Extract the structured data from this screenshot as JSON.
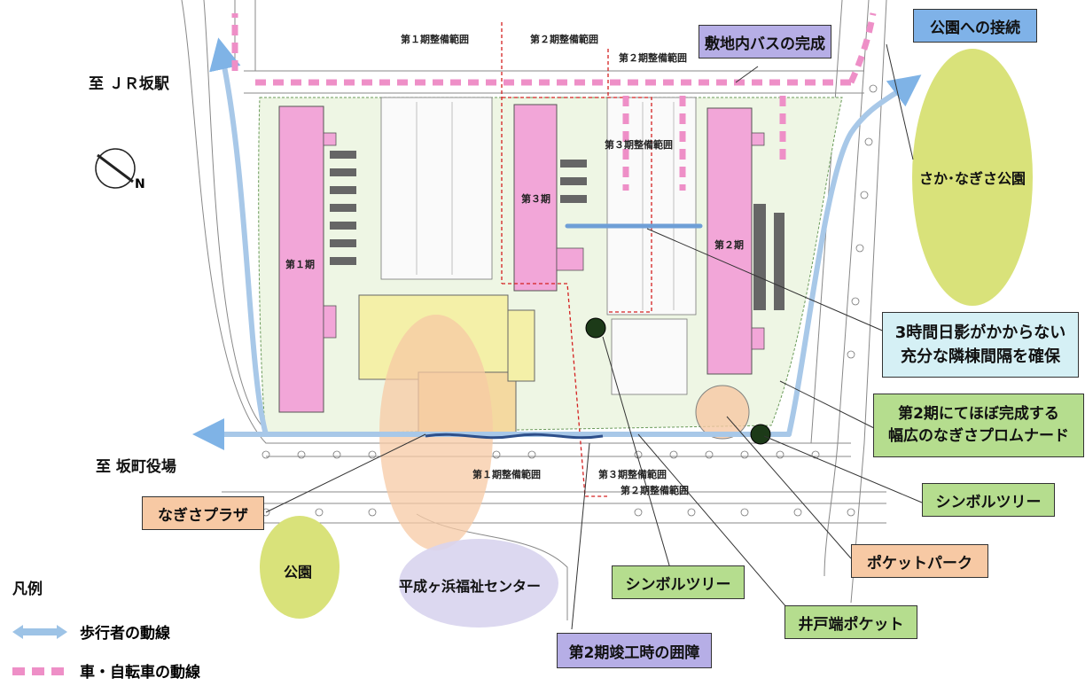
{
  "direction_labels": {
    "to_jr_sakaeki": "至 ＪＲ坂駅",
    "to_town_office": "至 坂町役場"
  },
  "phase_labels": {
    "phase1": "第１期",
    "phase2": "第２期",
    "phase3": "第３期"
  },
  "range_labels": {
    "top_p1": "第１期整備範囲",
    "top_p2": "第２期整備範囲",
    "top_right_p2": "第２期整備範囲",
    "p3": "第３期整備範囲",
    "bottom_p1": "第１期整備範囲",
    "bottom_p3": "第３期整備範囲",
    "bottom_p2": "第２期整備範囲"
  },
  "callouts": {
    "bus": "敷地内バスの完成",
    "park_connection": "公園への接続",
    "saka_nagisa_park": "さか･なぎさ公園",
    "sunlight_line1": "3時間日影がかからない",
    "sunlight_line2": "充分な隣棟間隔を確保",
    "promenade_line1": "第2期にてほぼ完成する",
    "promenade_line2": "幅広のなぎさプロムナード",
    "symbol_tree_right": "シンボルツリー",
    "pocket_park": "ポケットパーク",
    "well_pocket": "井戸端ポケット",
    "symbol_tree_mid": "シンボルツリー",
    "fence": "第2期竣工時の囲障",
    "nagisa_plaza": "なぎさプラザ",
    "park": "公園",
    "welfare_center": "平成ヶ浜福祉センター"
  },
  "legend": {
    "title": "凡例",
    "pedestrian": "歩行者の動線",
    "vehicle": "車・自転車の動線"
  },
  "colors": {
    "building_pink": "#f2a6d8",
    "pedestrian_blue": "#9dc3e6",
    "vehicle_pink": "#ee8fc7",
    "green_callout": "#b5dd8e",
    "lime_park": "#d9e27a",
    "orange_plaza": "#f7c9a4",
    "lavender": "#d8d4ee",
    "cyan_callout": "#d5f0f5",
    "purple_callout": "#b6aee6",
    "blue_callout": "#7fb2e8",
    "yellow_building": "#f4f0a8"
  }
}
